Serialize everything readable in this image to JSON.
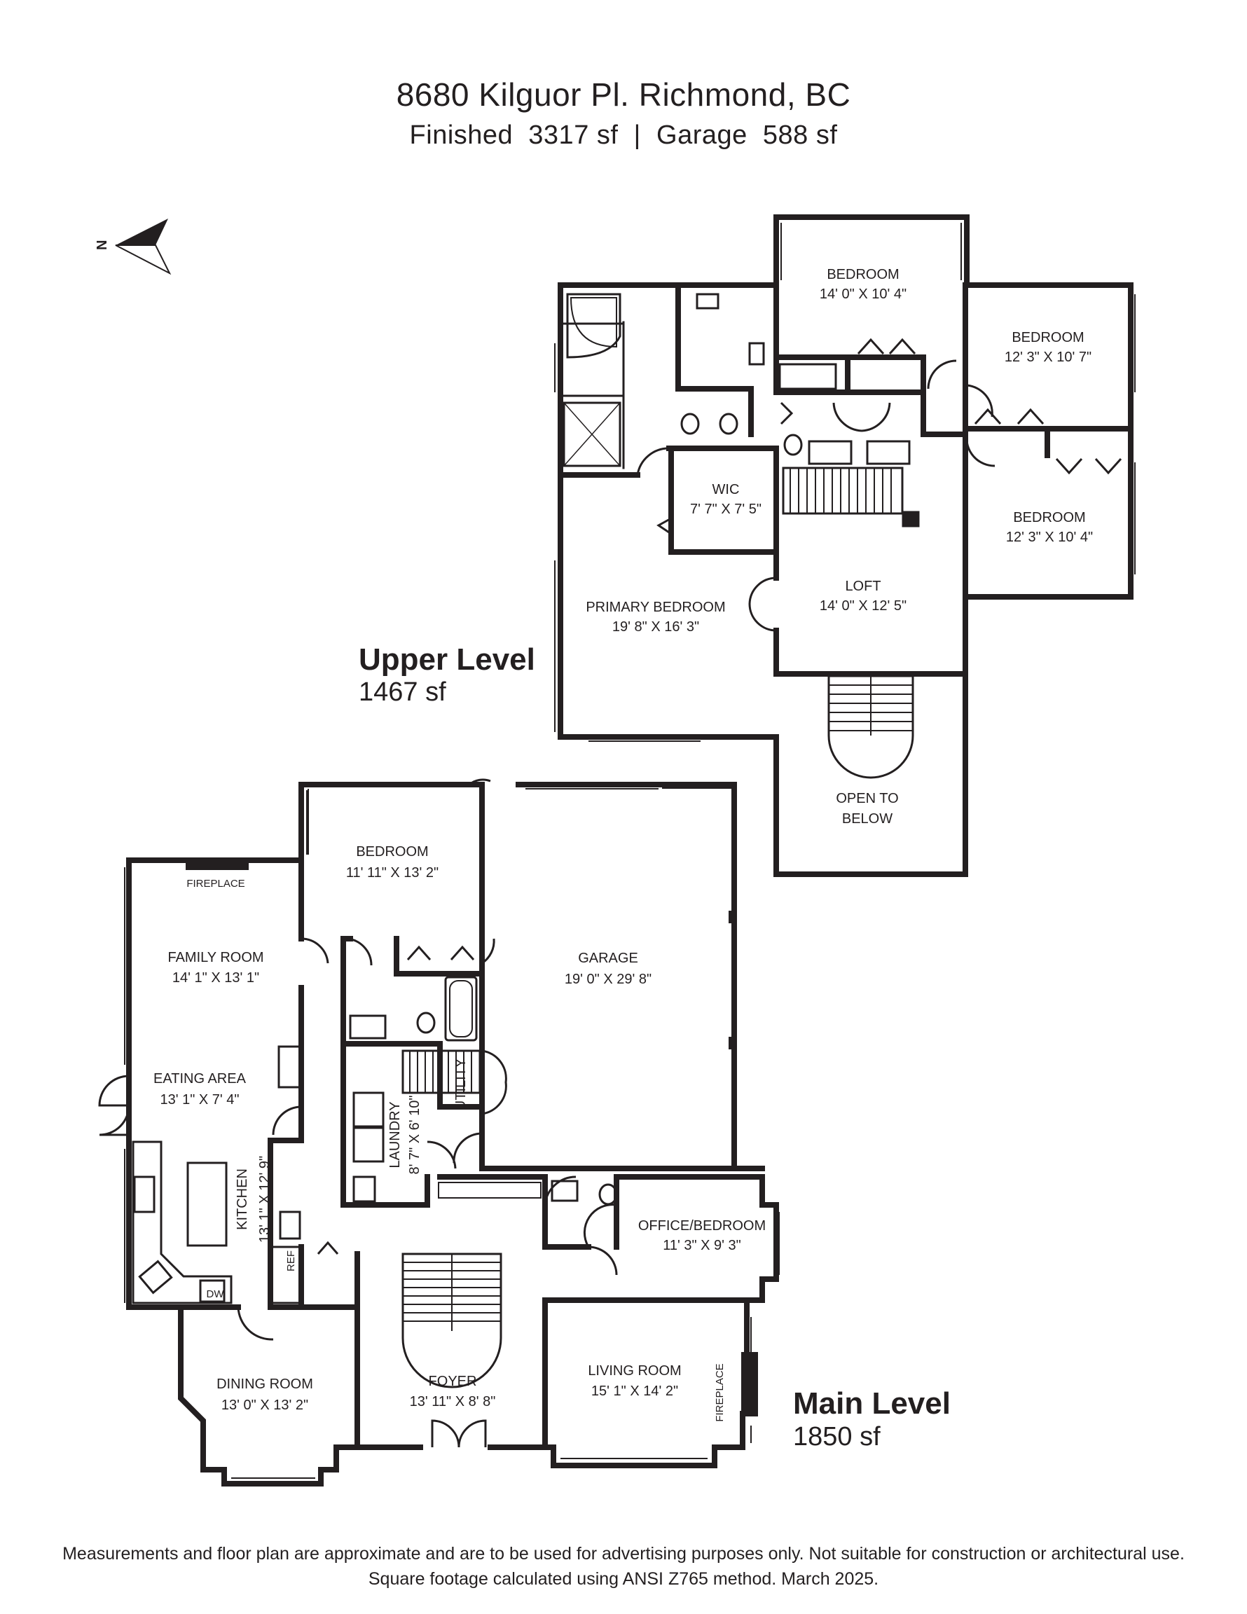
{
  "header": {
    "address": "8680 Kilguor Pl. Richmond, BC",
    "areas": "Finished  3317 sf  |  Garage  588 sf"
  },
  "compass": {
    "label": "N"
  },
  "upper": {
    "name": "Upper Level",
    "area": "1467 sf",
    "rooms": {
      "bed1": {
        "name": "BEDROOM",
        "dim": "14' 0\" X 10' 4\""
      },
      "bed2": {
        "name": "BEDROOM",
        "dim": "12' 3\" X 10' 7\""
      },
      "bed3": {
        "name": "BEDROOM",
        "dim": "12' 3\" X 10' 4\""
      },
      "wic": {
        "name": "WIC",
        "dim": "7' 7\" X 7' 5\""
      },
      "primary": {
        "name": "PRIMARY BEDROOM",
        "dim": "19' 8\" X 16' 3\""
      },
      "loft": {
        "name": "LOFT",
        "dim": "14' 0\" X 12' 5\""
      },
      "open": {
        "name1": "OPEN TO",
        "name2": "BELOW"
      }
    }
  },
  "main": {
    "name": "Main Level",
    "area": "1850 sf",
    "rooms": {
      "bedroom": {
        "name": "BEDROOM",
        "dim": "11' 11\" X 13' 2\""
      },
      "garage": {
        "name": "GARAGE",
        "dim": "19' 0\" X 29' 8\""
      },
      "family": {
        "name": "FAMILY ROOM",
        "dim": "14' 1\" X 13' 1\""
      },
      "eating": {
        "name": "EATING AREA",
        "dim": "13' 1\" X 7' 4\""
      },
      "kitchen": {
        "name": "KITCHEN",
        "dim": "13' 1\" X 12' 9\""
      },
      "laundry": {
        "name": "LAUNDRY",
        "dim": "8' 7\" X 6' 10\""
      },
      "utility": {
        "name": "UTILITY"
      },
      "office": {
        "name": "OFFICE/BEDROOM",
        "dim": "11' 3\" X 9' 3\""
      },
      "dining": {
        "name": "DINING ROOM",
        "dim": "13' 0\" X 13' 2\""
      },
      "foyer": {
        "name": "FOYER",
        "dim": "13' 11\" X 8' 8\""
      },
      "living": {
        "name": "LIVING ROOM",
        "dim": "15' 1\" X 14' 2\""
      }
    },
    "labels": {
      "fireplace": "FIREPLACE",
      "ref": "REF",
      "dw": "DW"
    }
  },
  "footer": {
    "line1": "Measurements and floor plan are approximate and are to be used for advertising purposes only. Not suitable for construction or architectural use.",
    "line2": "Square footage calculated using ANSI Z765 method. March 2025."
  }
}
